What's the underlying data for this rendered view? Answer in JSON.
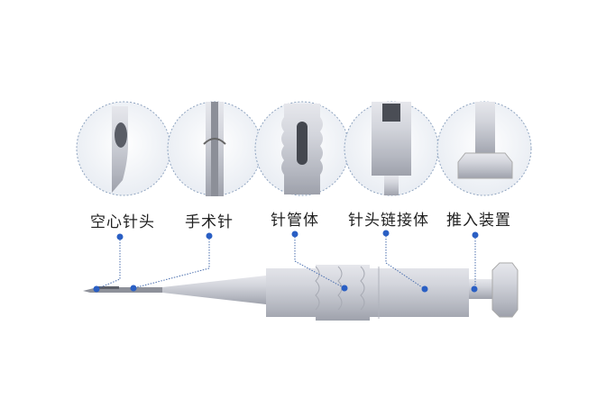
{
  "labels": {
    "hollow_tip": "空心针头",
    "surgical_needle": "手术针",
    "needle_tube_body": "针管体",
    "needle_connector": "针头链接体",
    "push_device": "推入装置"
  },
  "colors": {
    "dot": "#2a5fc4",
    "leader": "#4b6fae",
    "metal": "#c9cbd2",
    "circle_border": "#8fa4c0"
  }
}
